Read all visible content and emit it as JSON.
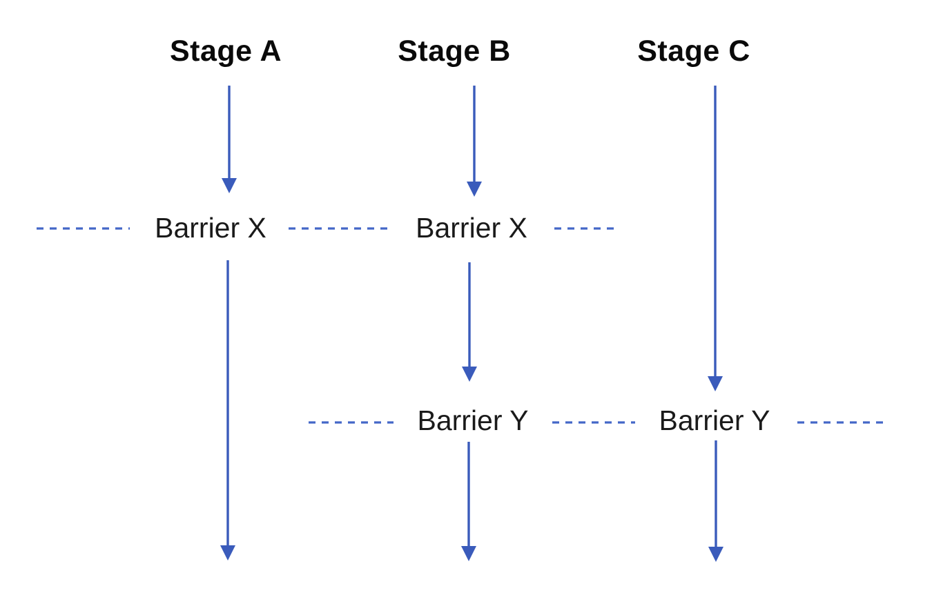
{
  "colors": {
    "arrow_blue": "#3a5bbb",
    "dash_blue": "#4467c8",
    "title_text": "#0a0a0a",
    "label_text": "#1a1a1a",
    "background": "#ffffff"
  },
  "stages": [
    {
      "id": "A",
      "label": "Stage A"
    },
    {
      "id": "B",
      "label": "Stage B"
    },
    {
      "id": "C",
      "label": "Stage C"
    }
  ],
  "barrier_rows": [
    {
      "id": "X",
      "label": "Barrier X",
      "instance_count": 2
    },
    {
      "id": "Y",
      "label": "Barrier Y",
      "instance_count": 2
    }
  ]
}
